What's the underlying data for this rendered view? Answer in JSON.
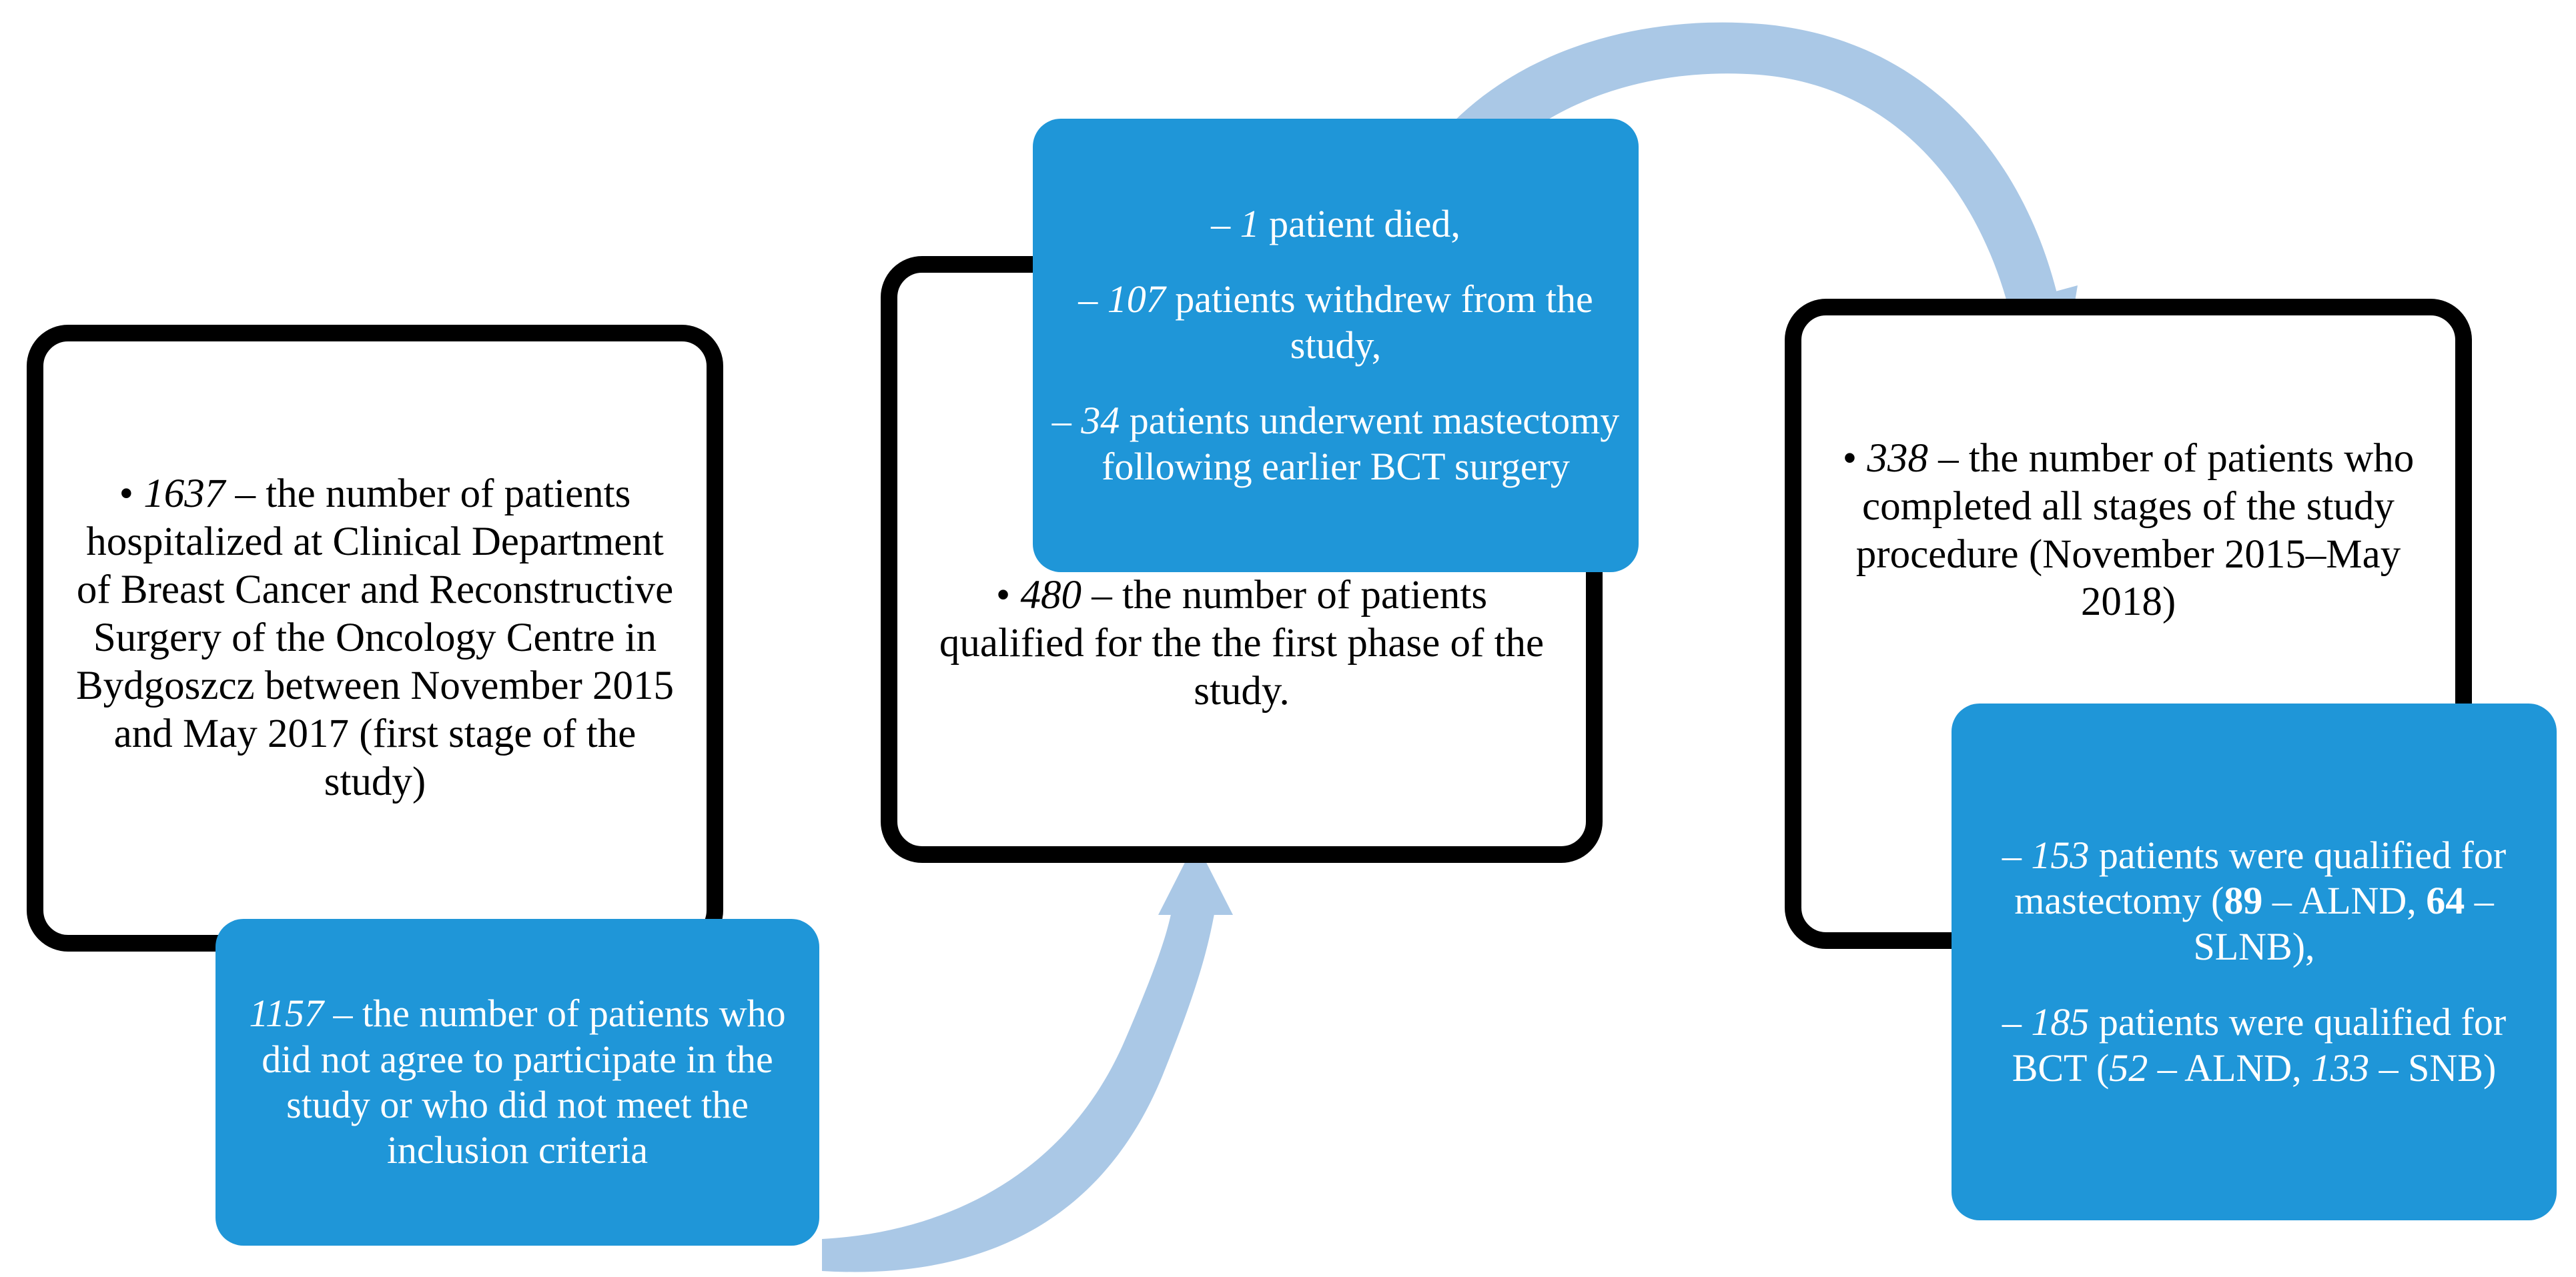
{
  "diagram": {
    "title": "Patient flow through the study",
    "colors": {
      "blue_box": "#1f96d8",
      "arrow_light_blue": "#aac8e6",
      "white_box_border": "#000000",
      "white_box_fill": "#ffffff",
      "blue_box_text": "#ffffff",
      "white_box_text": "#000000"
    }
  },
  "boxes": {
    "screened": {
      "name": "screened-patients-box",
      "style": "white",
      "bullet": "•",
      "count": "1637",
      "text": " – the number of patients hospitalized at Clinical Department of Breast Cancer and Reconstructive Surgery of the Oncology Centre in Bydgoszcz between November 2015 and May 2017 (first stage of the study)"
    },
    "excluded": {
      "name": "excluded-patients-box",
      "style": "blue",
      "count": "1157",
      "text": " – the number of patients who did not agree to participate in the study or who did not meet the inclusion criteria"
    },
    "phase1": {
      "name": "phase-one-qualified-box",
      "style": "white",
      "bullet": "•",
      "count": "480",
      "text": " – the number of patients qualified for the the first phase of the study."
    },
    "attrition": {
      "name": "attrition-box",
      "style": "blue",
      "lines": [
        {
          "dash": "– ",
          "count": "1",
          "text": " patient died,"
        },
        {
          "dash": "– ",
          "count": "107",
          "text": " patients withdrew from the study,"
        },
        {
          "dash": "– ",
          "count": "34",
          "text": " patients underwent mastectomy following earlier BCT surgery"
        }
      ]
    },
    "completed": {
      "name": "completed-study-box",
      "style": "white",
      "bullet": "•",
      "count": "338",
      "text": " – the number of patients who completed all stages of the study procedure (November 2015–May 2018)"
    },
    "allocation": {
      "name": "surgical-allocation-box",
      "style": "blue",
      "lines": [
        {
          "dash": "– ",
          "count": "153",
          "text": " patients were qualified for mastectomy (",
          "sub_a": "89",
          "sub_a_text": " – ALND, ",
          "sub_b": "64",
          "sub_b_text": " – SLNB),"
        },
        {
          "dash": "– ",
          "count": "185",
          "text": " patients were qualified for BCT (",
          "sub_a": "52",
          "sub_a_text": " – ALND, ",
          "sub_b": "133",
          "sub_b_text": " – SNB)"
        }
      ]
    }
  },
  "arrows": [
    {
      "name": "arrow-excluded-to-phase1",
      "from": "excluded-patients-box",
      "to": "phase-one-qualified-box",
      "direction": "up-right"
    },
    {
      "name": "arrow-attrition-to-completed",
      "from": "attrition-box",
      "to": "completed-study-box",
      "direction": "over-right-down"
    }
  ]
}
